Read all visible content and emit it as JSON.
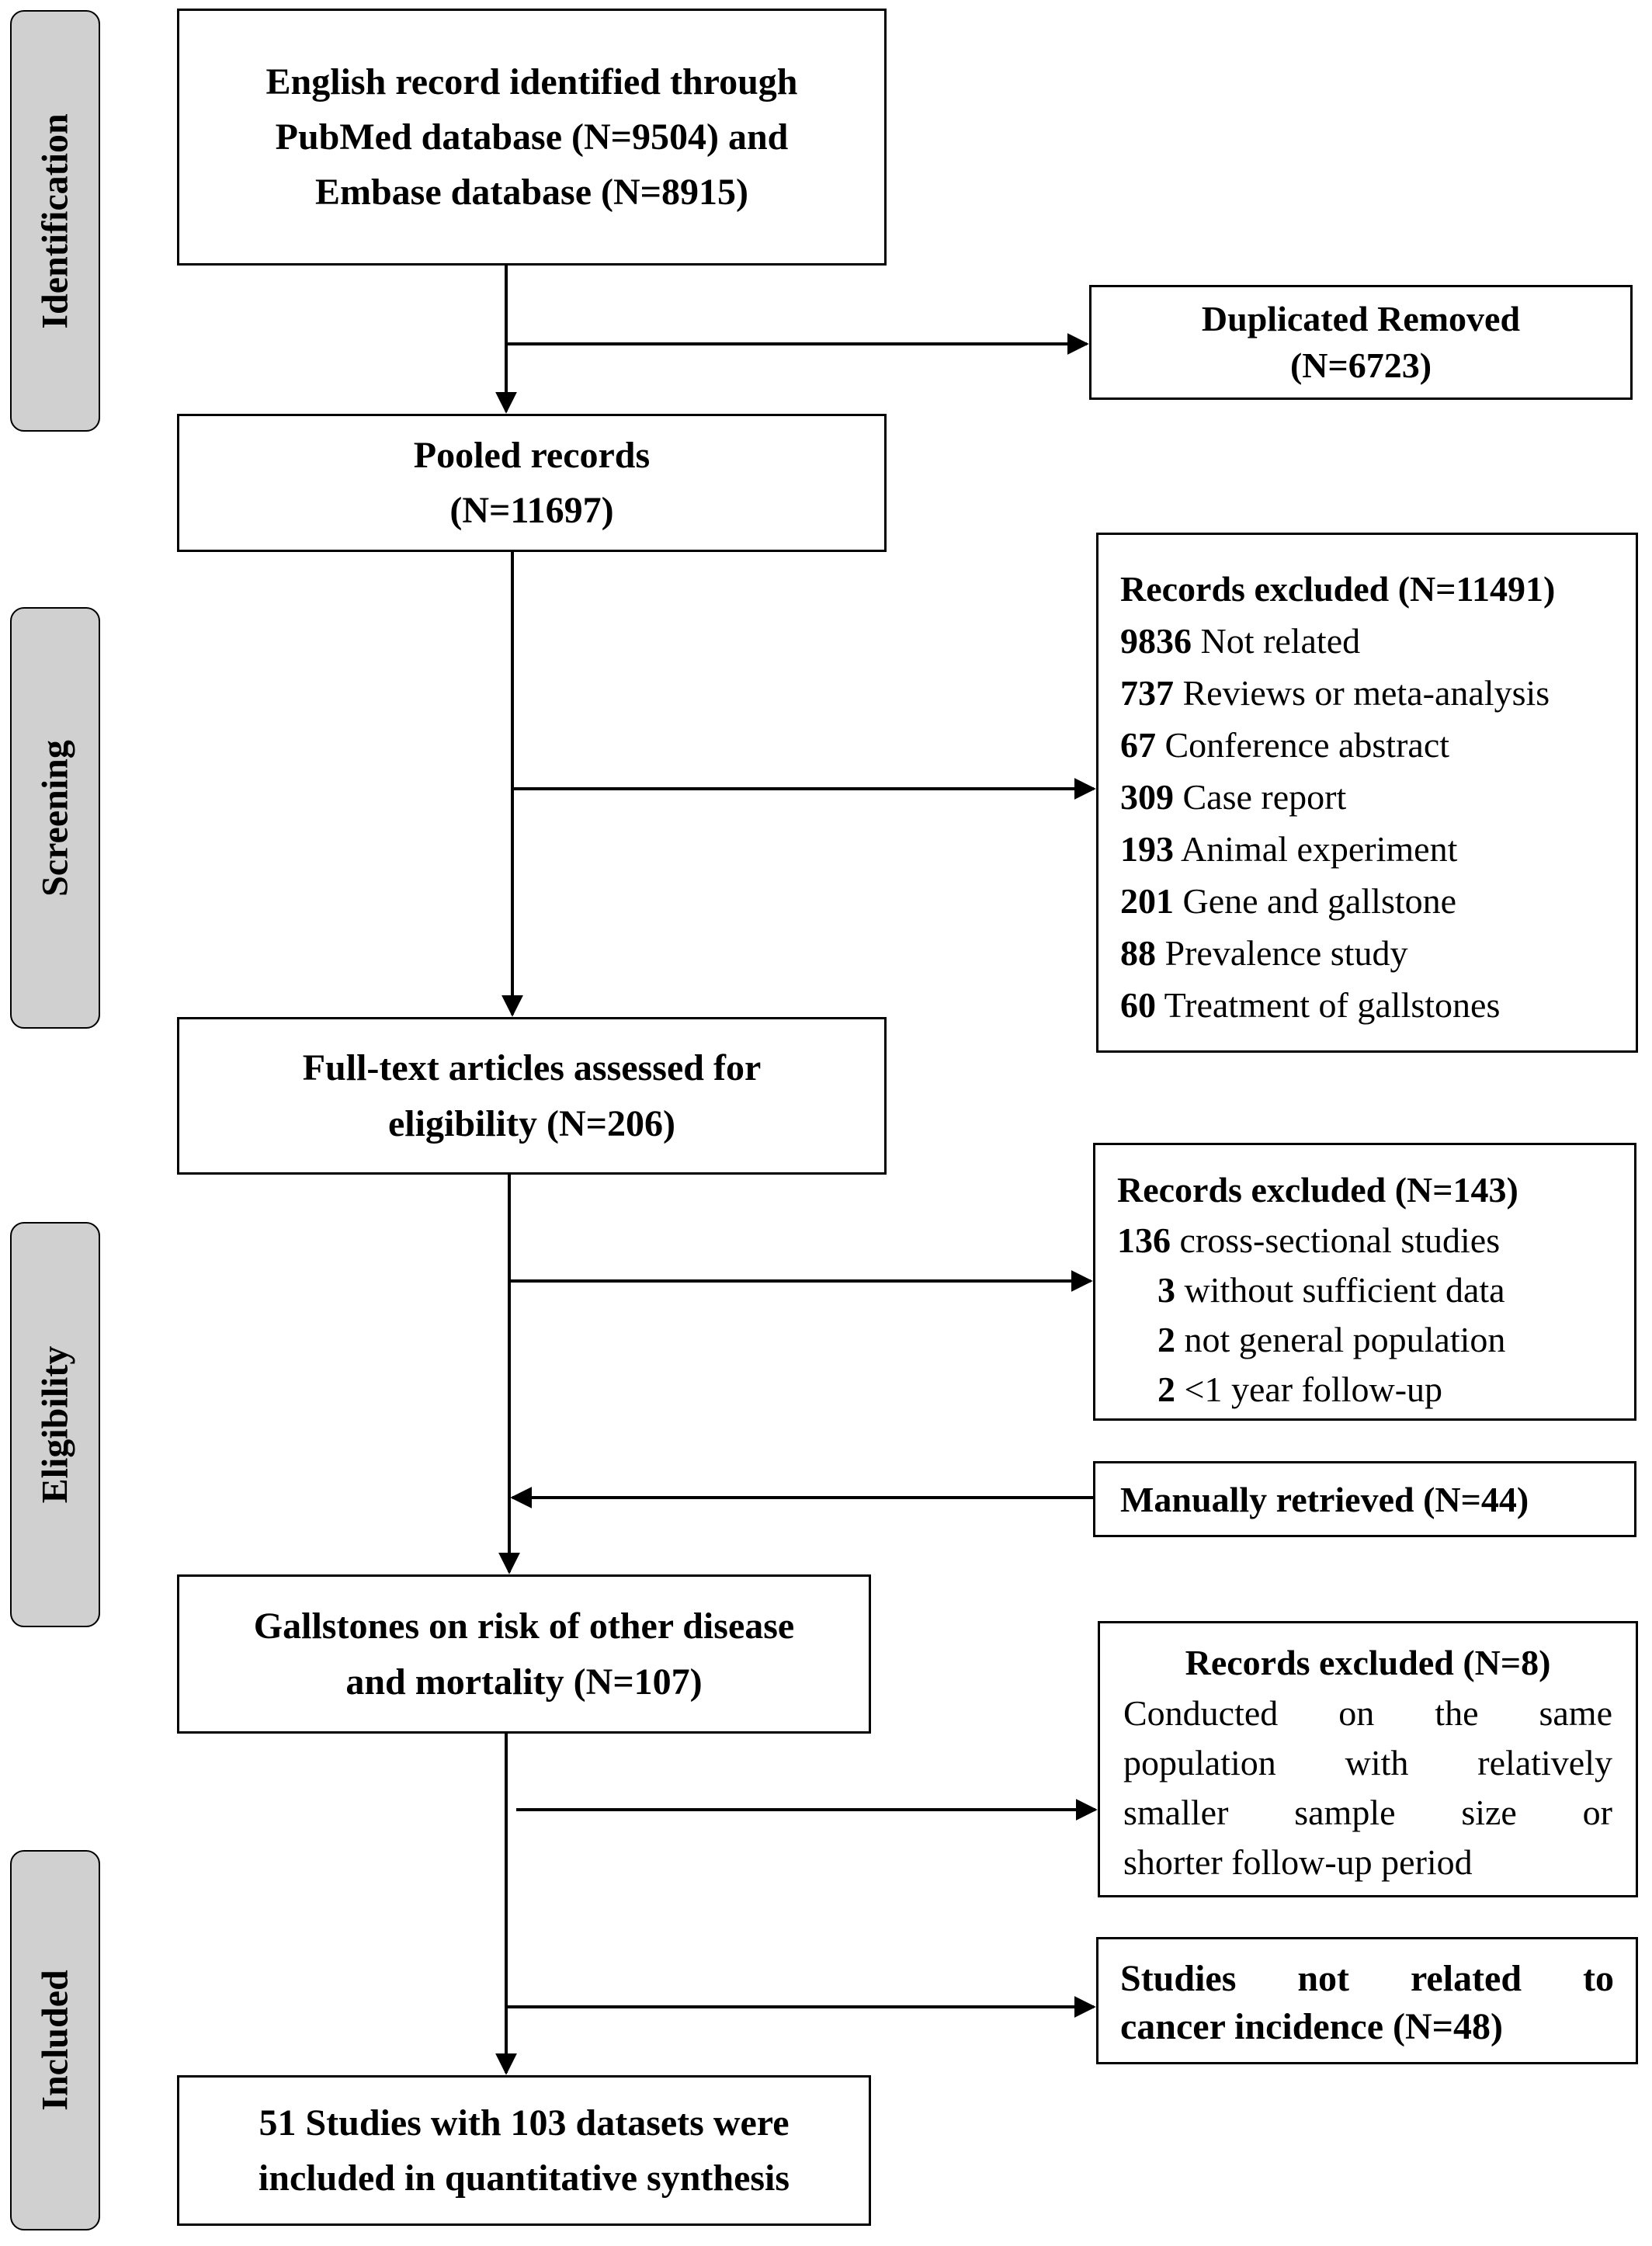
{
  "phases": {
    "identification": "Identification",
    "screening": "Screening",
    "eligibility": "Eligibility",
    "included": "Included"
  },
  "boxes": {
    "identified": {
      "lines": [
        "English record identified through",
        "PubMed database (N=9504) and",
        "Embase database (N=8915)"
      ]
    },
    "duplicates": {
      "lines": [
        "Duplicated Removed",
        "(N=6723)"
      ]
    },
    "pooled": {
      "lines": [
        "Pooled records",
        "(N=11697)"
      ]
    },
    "excluded_screening": {
      "title": "Records excluded (N=11491)",
      "items": [
        {
          "count": "9836",
          "label": " Not related"
        },
        {
          "count": "737",
          "label": " Reviews or meta-analysis"
        },
        {
          "count": "67",
          "label": " Conference abstract"
        },
        {
          "count": "309",
          "label": " Case report"
        },
        {
          "count": "193",
          "label": " Animal experiment"
        },
        {
          "count": "201",
          "label": " Gene and gallstone"
        },
        {
          "count": "88",
          "label": " Prevalence study"
        },
        {
          "count": "60",
          "label": " Treatment of gallstones"
        }
      ]
    },
    "fulltext": {
      "lines": [
        "Full-text articles assessed for",
        "eligibility (N=206)"
      ]
    },
    "excluded_eligibility": {
      "title": "Records excluded (N=143)",
      "items": [
        {
          "count": "136",
          "label": " cross-sectional studies"
        },
        {
          "count": "3",
          "label": " without sufficient data"
        },
        {
          "count": "2",
          "label": " not general population"
        },
        {
          "count": "2",
          "label": " <1 year follow-up"
        }
      ]
    },
    "manual": {
      "text": "Manually retrieved (N=44)"
    },
    "gallstones": {
      "lines": [
        "Gallstones on risk of other disease",
        "and mortality (N=107)"
      ]
    },
    "excluded_same_population": {
      "title": "Records excluded (N=8)",
      "lines": [
        "Conducted on the same",
        "population with relatively",
        "smaller sample size or",
        "shorter follow-up period"
      ]
    },
    "not_cancer": {
      "lines": [
        "Studies not related to",
        "cancer incidence (N=48)"
      ]
    },
    "included": {
      "lines": [
        "51 Studies with 103 datasets were",
        "included in quantitative synthesis"
      ]
    }
  }
}
